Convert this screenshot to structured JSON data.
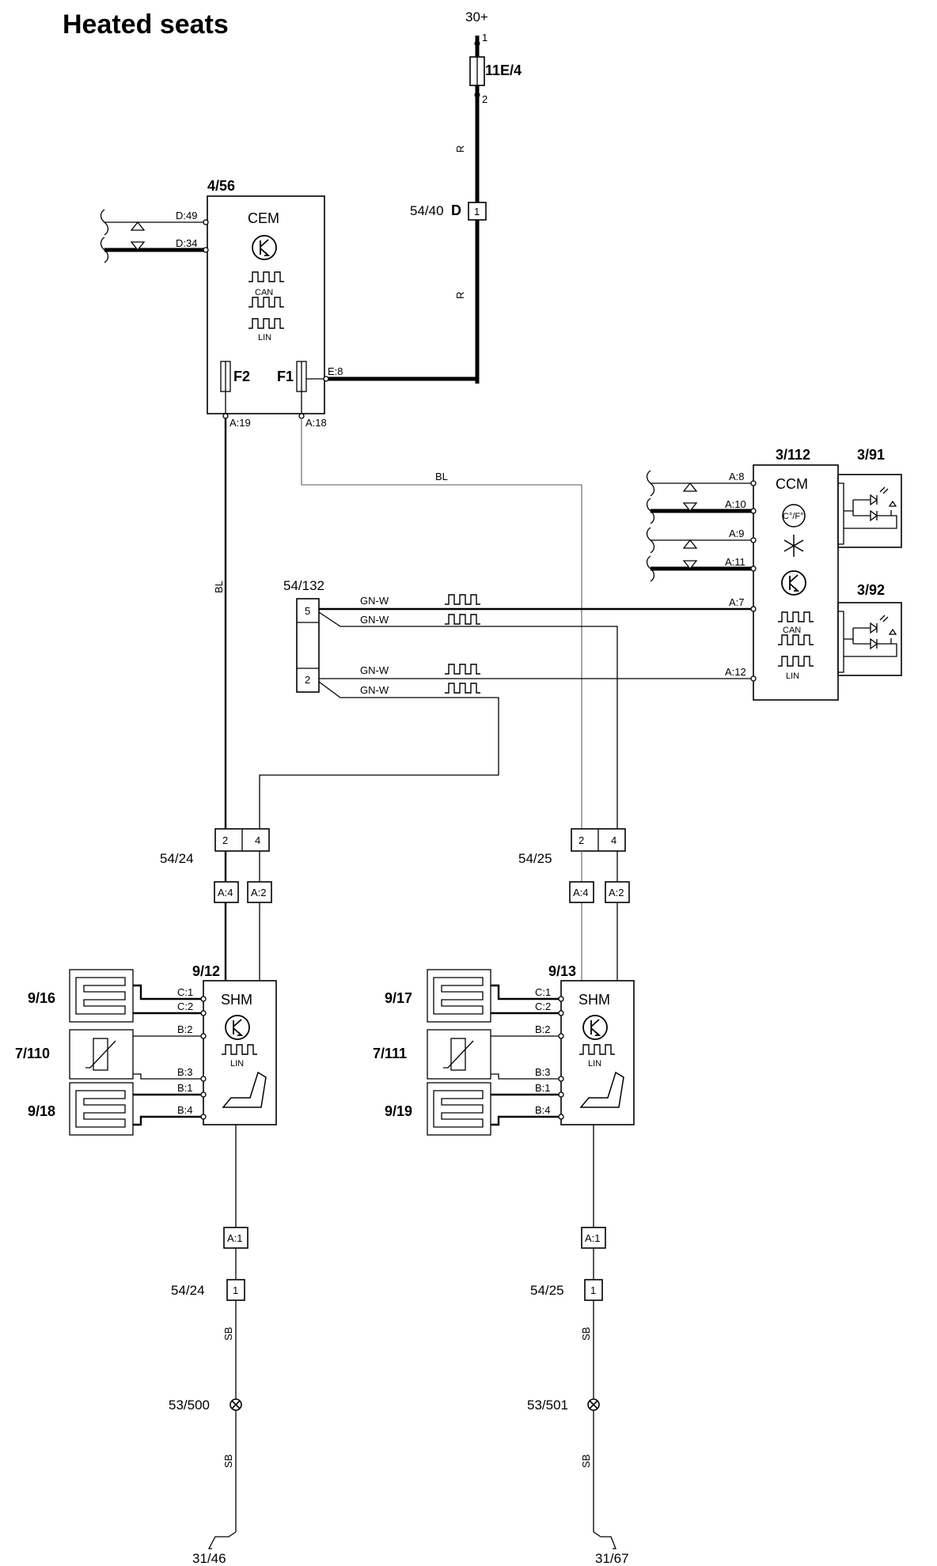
{
  "title": "Heated seats",
  "supply": {
    "terminal": "30+",
    "fuse": "11E/4",
    "fuse_pin_in": "1",
    "fuse_pin_out": "2"
  },
  "wire_colors": {
    "r": "R",
    "bl": "BL",
    "gnw": "GN-W",
    "sb": "SB"
  },
  "connectors": {
    "c5440": {
      "id": "54/40",
      "suffix": "D",
      "pin": "1"
    },
    "c54132": {
      "id": "54/132",
      "pin_top": "5",
      "pin_bottom": "2"
    },
    "c5424": {
      "id": "54/24",
      "pin_a": "2",
      "pin_b": "4",
      "ground_pin": "1"
    },
    "c5425": {
      "id": "54/25",
      "pin_a": "2",
      "pin_b": "4",
      "ground_pin": "1"
    }
  },
  "cem": {
    "id": "4/56",
    "name": "CEM",
    "pins": {
      "d49": "D:49",
      "d34": "D:34",
      "e8": "E:8",
      "a19": "A:19",
      "a18": "A:18"
    },
    "fuses": {
      "f1": "F1",
      "f2": "F2"
    },
    "bus": {
      "can": "CAN",
      "lin": "LIN"
    }
  },
  "ccm": {
    "id": "3/112",
    "name": "CCM",
    "pins": {
      "a8": "A:8",
      "a10": "A:10",
      "a9": "A:9",
      "a11": "A:11",
      "a7": "A:7",
      "a12": "A:12"
    },
    "temp_unit": "C°/F°",
    "bus": {
      "can": "CAN",
      "lin": "LIN"
    },
    "switches": [
      "3/91",
      "3/92"
    ]
  },
  "shm_left": {
    "id": "9/12",
    "name": "SHM",
    "lin": "LIN",
    "pins": {
      "c1": "C:1",
      "c2": "C:2",
      "b2": "B:2",
      "b3": "B:3",
      "b1": "B:1",
      "b4": "B:4"
    },
    "inline": {
      "a4": "A:4",
      "a2": "A:2",
      "a1": "A:1"
    },
    "elements": {
      "top": "9/16",
      "sensor": "7/110",
      "bottom": "9/18"
    },
    "ground_point": "53/500",
    "ground": "31/46"
  },
  "shm_right": {
    "id": "9/13",
    "name": "SHM",
    "lin": "LIN",
    "pins": {
      "c1": "C:1",
      "c2": "C:2",
      "b2": "B:2",
      "b3": "B:3",
      "b1": "B:1",
      "b4": "B:4"
    },
    "inline": {
      "a4": "A:4",
      "a2": "A:2",
      "a1": "A:1"
    },
    "elements": {
      "top": "9/17",
      "sensor": "7/111",
      "bottom": "9/19"
    },
    "ground_point": "53/501",
    "ground": "31/67"
  }
}
